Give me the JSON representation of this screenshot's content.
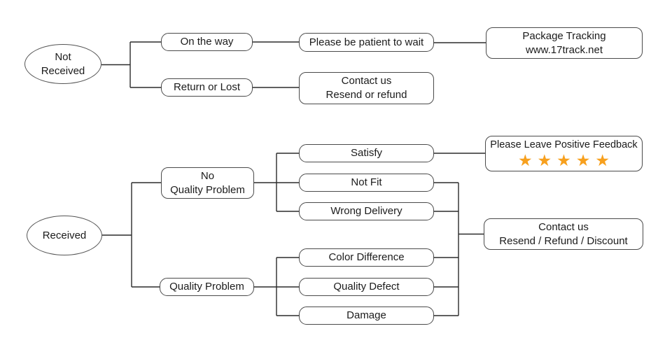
{
  "colors": {
    "line": "#2b2b2b",
    "box_border": "#4a4a4a",
    "text": "#1b1b1b",
    "star": "#F7A01E",
    "background": "#ffffff"
  },
  "flowchart": {
    "not_received": {
      "line1": "Not",
      "line2": "Received"
    },
    "on_the_way": {
      "label": "On the way"
    },
    "be_patient": {
      "label": "Please be patient to wait"
    },
    "package_tracking": {
      "line1": "Package Tracking",
      "line2": "www.17track.net"
    },
    "return_or_lost": {
      "label": "Return or Lost"
    },
    "contact_resend_refund": {
      "line1": "Contact us",
      "line2": "Resend or refund"
    },
    "received": {
      "label": "Received"
    },
    "no_quality_problem": {
      "line1": "No",
      "line2": "Quality Problem"
    },
    "quality_problem": {
      "label": "Quality Problem"
    },
    "satisfy": {
      "label": "Satisfy"
    },
    "not_fit": {
      "label": "Not Fit"
    },
    "wrong_delivery": {
      "label": "Wrong Delivery"
    },
    "color_difference": {
      "label": "Color Difference"
    },
    "quality_defect": {
      "label": "Quality Defect"
    },
    "damage": {
      "label": "Damage"
    },
    "positive_feedback": {
      "label": "Please Leave Positive Feedback",
      "star_count": 5,
      "stars": "★★★★★"
    },
    "contact_resend_refund_discount": {
      "line1": "Contact us",
      "line2": "Resend / Refund / Discount"
    }
  }
}
